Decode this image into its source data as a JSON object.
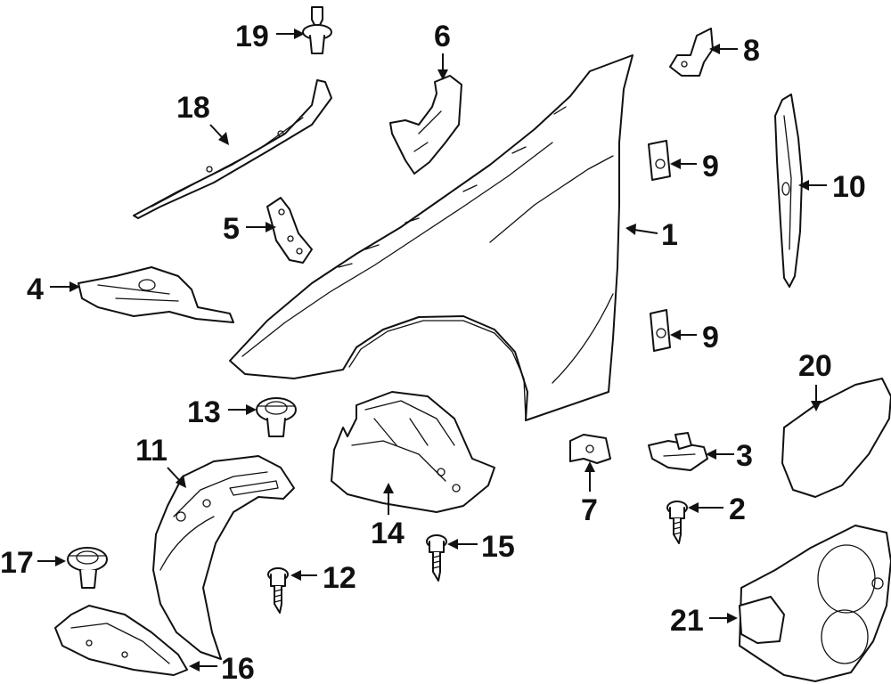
{
  "diagram": {
    "callouts": [
      {
        "id": "1",
        "label": "1"
      },
      {
        "id": "2",
        "label": "2"
      },
      {
        "id": "3",
        "label": "3"
      },
      {
        "id": "4",
        "label": "4"
      },
      {
        "id": "5",
        "label": "5"
      },
      {
        "id": "6",
        "label": "6"
      },
      {
        "id": "7",
        "label": "7"
      },
      {
        "id": "8",
        "label": "8"
      },
      {
        "id": "9a",
        "label": "9"
      },
      {
        "id": "9b",
        "label": "9"
      },
      {
        "id": "10",
        "label": "10"
      },
      {
        "id": "11",
        "label": "11"
      },
      {
        "id": "12",
        "label": "12"
      },
      {
        "id": "13",
        "label": "13"
      },
      {
        "id": "14",
        "label": "14"
      },
      {
        "id": "15",
        "label": "15"
      },
      {
        "id": "16",
        "label": "16"
      },
      {
        "id": "17",
        "label": "17"
      },
      {
        "id": "18",
        "label": "18"
      },
      {
        "id": "19",
        "label": "19"
      },
      {
        "id": "20",
        "label": "20"
      },
      {
        "id": "21",
        "label": "21"
      }
    ]
  }
}
